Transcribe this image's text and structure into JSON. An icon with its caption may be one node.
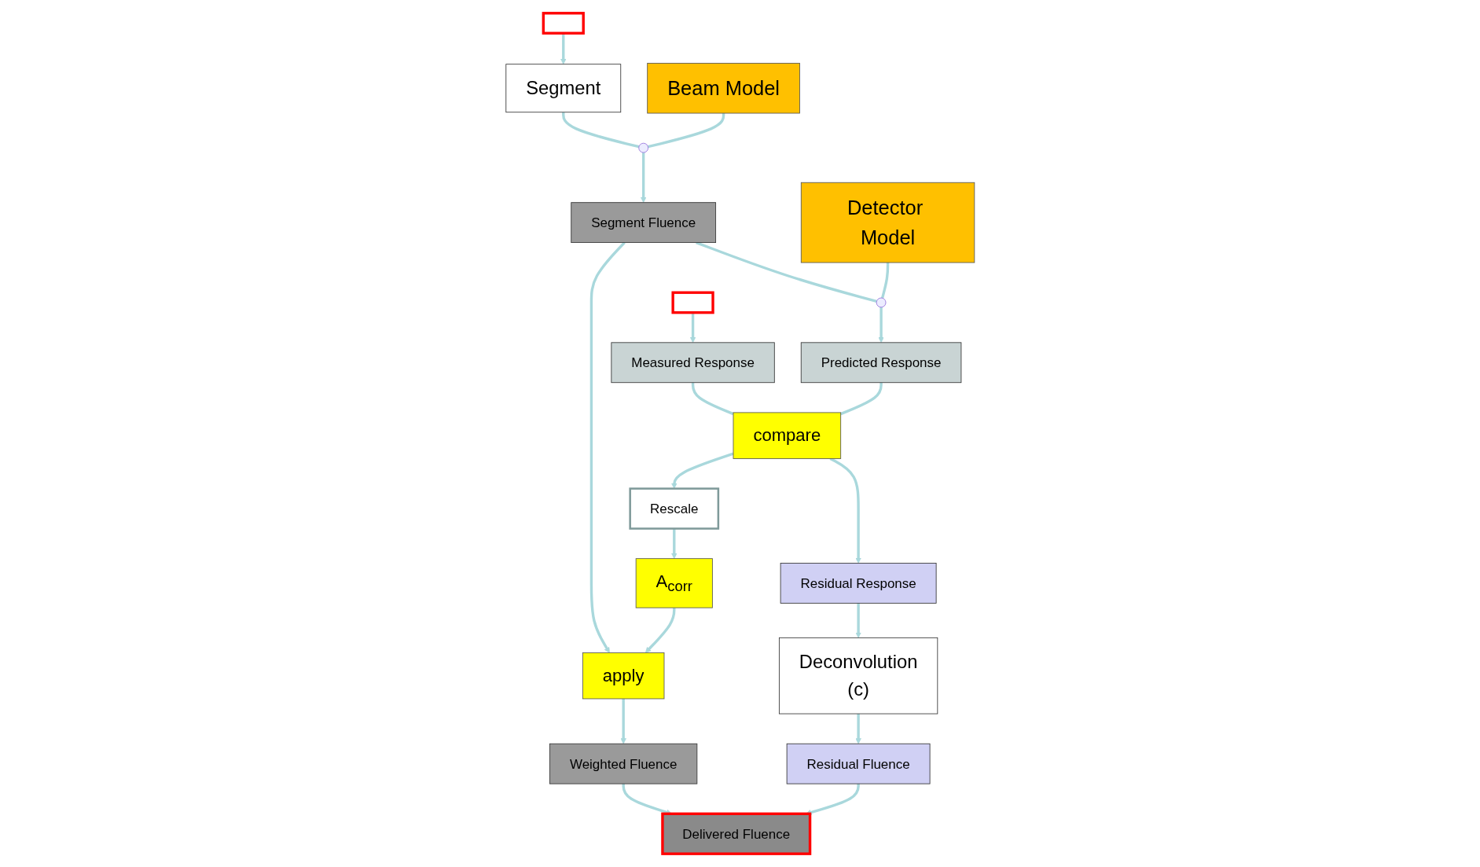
{
  "diagram": {
    "nodes": [
      {
        "text": [],
        "shape": "box"
      },
      {
        "text": [],
        "shape": "box"
      },
      {
        "text": [
          "Segment"
        ]
      },
      {
        "text": [
          "Beam Model"
        ]
      },
      {
        "text": [],
        "shape": "circle"
      },
      {
        "text": [
          "Segment Fluence"
        ]
      },
      {
        "text": [
          "apply"
        ]
      },
      {
        "text": [
          "Weighted Fluence"
        ]
      },
      {
        "text": [
          "Detector Model"
        ]
      },
      {
        "text": [],
        "shape": "circle"
      },
      {
        "text": [
          "Measured Response"
        ]
      },
      {
        "text": [
          "Predicted Response"
        ]
      },
      {
        "text": [
          "Delivered Fluence"
        ]
      },
      {
        "text": [
          "A$_{corr}$"
        ]
      },
      {
        "text": [
          "compare"
        ]
      },
      {
        "text": [
          "Rescale"
        ]
      },
      {
        "text": [
          "Residual Fluence"
        ]
      },
      {
        "text": [
          "Residual Response"
        ]
      },
      {
        "text": [
          "Deconvolution",
          "(c)"
        ]
      }
    ],
    "edges": [
      {
        "from": 1,
        "to": 2,
        "arrow": "to"
      },
      {
        "from": 2,
        "to": 4,
        "arrow": "none"
      },
      {
        "from": 3,
        "to": 4,
        "arrow": "none"
      },
      {
        "from": 4,
        "to": 5,
        "arrow": "to"
      },
      {
        "from": 5,
        "to": 9,
        "arrow": "none"
      },
      {
        "from": 8,
        "to": 9,
        "arrow": "none"
      },
      {
        "from": 9,
        "to": 11,
        "arrow": "to"
      },
      {
        "from": 0,
        "to": 10,
        "arrow": "to"
      },
      {
        "from": 5,
        "to": 6,
        "arrow": "to"
      },
      {
        "from": 6,
        "to": 7,
        "arrow": "to"
      },
      {
        "from": 7,
        "to": 12,
        "arrow": "to"
      },
      {
        "from": 13,
        "to": 6,
        "arrow": "to"
      },
      {
        "from": 15,
        "to": 13,
        "arrow": "to"
      },
      {
        "from": 10,
        "to": 14,
        "arrow": "none"
      },
      {
        "from": 11,
        "to": 14,
        "arrow": "none"
      },
      {
        "from": 14,
        "to": 15,
        "arrow": "to"
      },
      {
        "from": 14,
        "to": 17,
        "arrow": "to"
      },
      {
        "from": 17,
        "to": 18,
        "arrow": "to"
      },
      {
        "from": 18,
        "to": 16,
        "arrow": "to"
      },
      {
        "from": 16,
        "to": 12,
        "arrow": "to"
      }
    ]
  }
}
